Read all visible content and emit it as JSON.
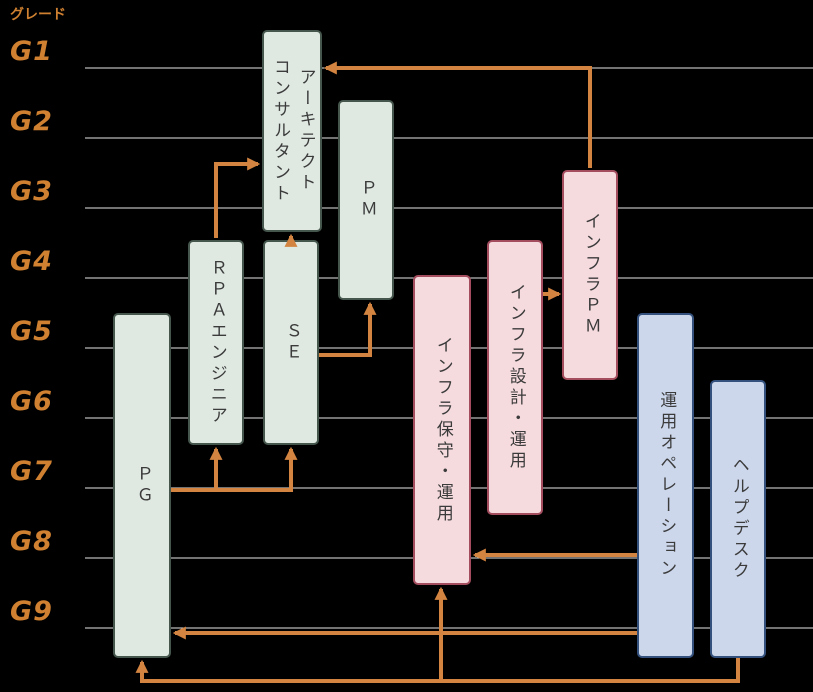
{
  "axis": {
    "title": "グレード",
    "grades": [
      "G1",
      "G2",
      "G3",
      "G4",
      "G5",
      "G6",
      "G7",
      "G8",
      "G9"
    ]
  },
  "boxes": [
    {
      "id": "architect-consultant",
      "label": "アーキテクト\nコンサルタント",
      "group": "dev"
    },
    {
      "id": "pm",
      "label": "ＰＭ",
      "group": "dev"
    },
    {
      "id": "rpa-engineer",
      "label": "ＲＰＡエンジニア",
      "group": "dev"
    },
    {
      "id": "se",
      "label": "ＳＥ",
      "group": "dev"
    },
    {
      "id": "pg",
      "label": "ＰＧ",
      "group": "dev"
    },
    {
      "id": "infra-maintenance",
      "label": "インフラ保守・運用",
      "group": "infra"
    },
    {
      "id": "infra-design",
      "label": "インフラ設計・運用",
      "group": "infra"
    },
    {
      "id": "infra-pm",
      "label": "インフラＰＭ",
      "group": "infra"
    },
    {
      "id": "ops-operation",
      "label": "運用オペレーション",
      "group": "ops"
    },
    {
      "id": "helpdesk",
      "label": "ヘルプデスク",
      "group": "ops"
    }
  ],
  "connections": [
    {
      "from": "pg",
      "to": "rpa-engineer"
    },
    {
      "from": "pg",
      "to": "se"
    },
    {
      "from": "rpa-engineer",
      "to": "architect-consultant"
    },
    {
      "from": "se",
      "to": "architect-consultant"
    },
    {
      "from": "se",
      "to": "pm"
    },
    {
      "from": "infra-design",
      "to": "infra-pm"
    },
    {
      "from": "infra-pm",
      "to": "architect-consultant"
    },
    {
      "from": "ops-operation",
      "to": "infra-maintenance"
    },
    {
      "from": "ops-operation",
      "to": "pg"
    },
    {
      "from": "helpdesk",
      "to": "infra-maintenance"
    },
    {
      "from": "helpdesk",
      "to": "pg"
    }
  ],
  "colors": {
    "background": "#000000",
    "arrow": "#d28440",
    "grade_label": "#cf8030",
    "grid_line": "#e6e6e6",
    "dev_fill": "#dfe9e2",
    "dev_border": "#45564d",
    "infra_fill": "#f5dade",
    "infra_border": "#a34d5e",
    "ops_fill": "#ccd7ec",
    "ops_border": "#34517e",
    "box_text": "#3b3b3b"
  }
}
